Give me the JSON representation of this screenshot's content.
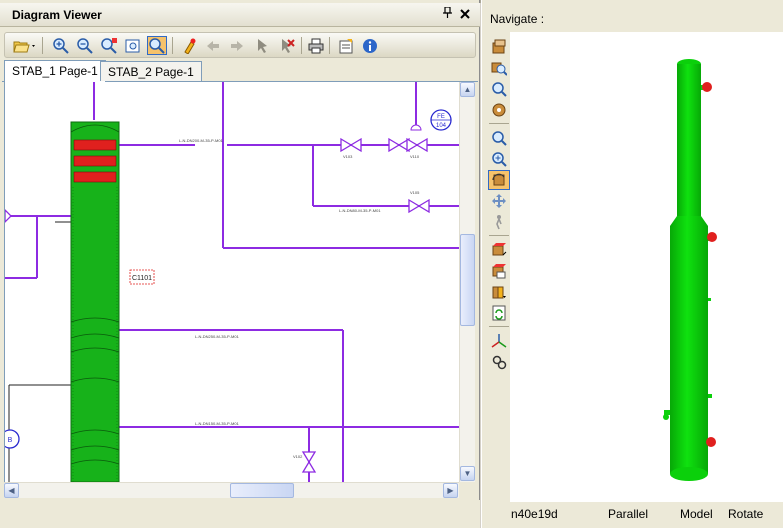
{
  "left_pane": {
    "title": "Diagram Viewer",
    "pin_glyph": "ᵖ",
    "close_glyph": "✕",
    "tabs": [
      {
        "label": "STAB_1 Page-1",
        "selected": true
      },
      {
        "label": "STAB_2 Page-1",
        "selected": false
      }
    ],
    "toolbar_icons": [
      "open-folder-icon",
      "zoom-in-icon",
      "zoom-out-icon",
      "zoom-area-icon",
      "fit-icon",
      "zoom-window-icon",
      "highlight-icon",
      "back-icon",
      "forward-icon",
      "select-icon",
      "clear-icon",
      "print-icon",
      "properties-icon",
      "info-icon"
    ]
  },
  "diagram": {
    "equipment_tag": "C1101",
    "valve_tags": [
      "V103",
      "V105",
      "V110",
      "V102"
    ],
    "instrument_tag": {
      "line1": "FE",
      "line2": "104"
    },
    "left_bubble": "B",
    "line_labels": [
      "L-N-DN200-M-35-P-M01",
      "L-N-DN80-M-35-P-M01",
      "L-N-DN250-M-35-P-M01",
      "L-N-DN150-M-35-P-M01"
    ]
  },
  "right_pane": {
    "navigate_label": "Navigate :",
    "status": {
      "name": "n40e19d",
      "projection": "Parallel",
      "space": "Model",
      "mode": "Rotate"
    }
  },
  "colors": {
    "pipe": "#8d2be2",
    "vessel": "#17b21a",
    "highlight": "#e0201e",
    "model3d": "#0bd00b"
  }
}
